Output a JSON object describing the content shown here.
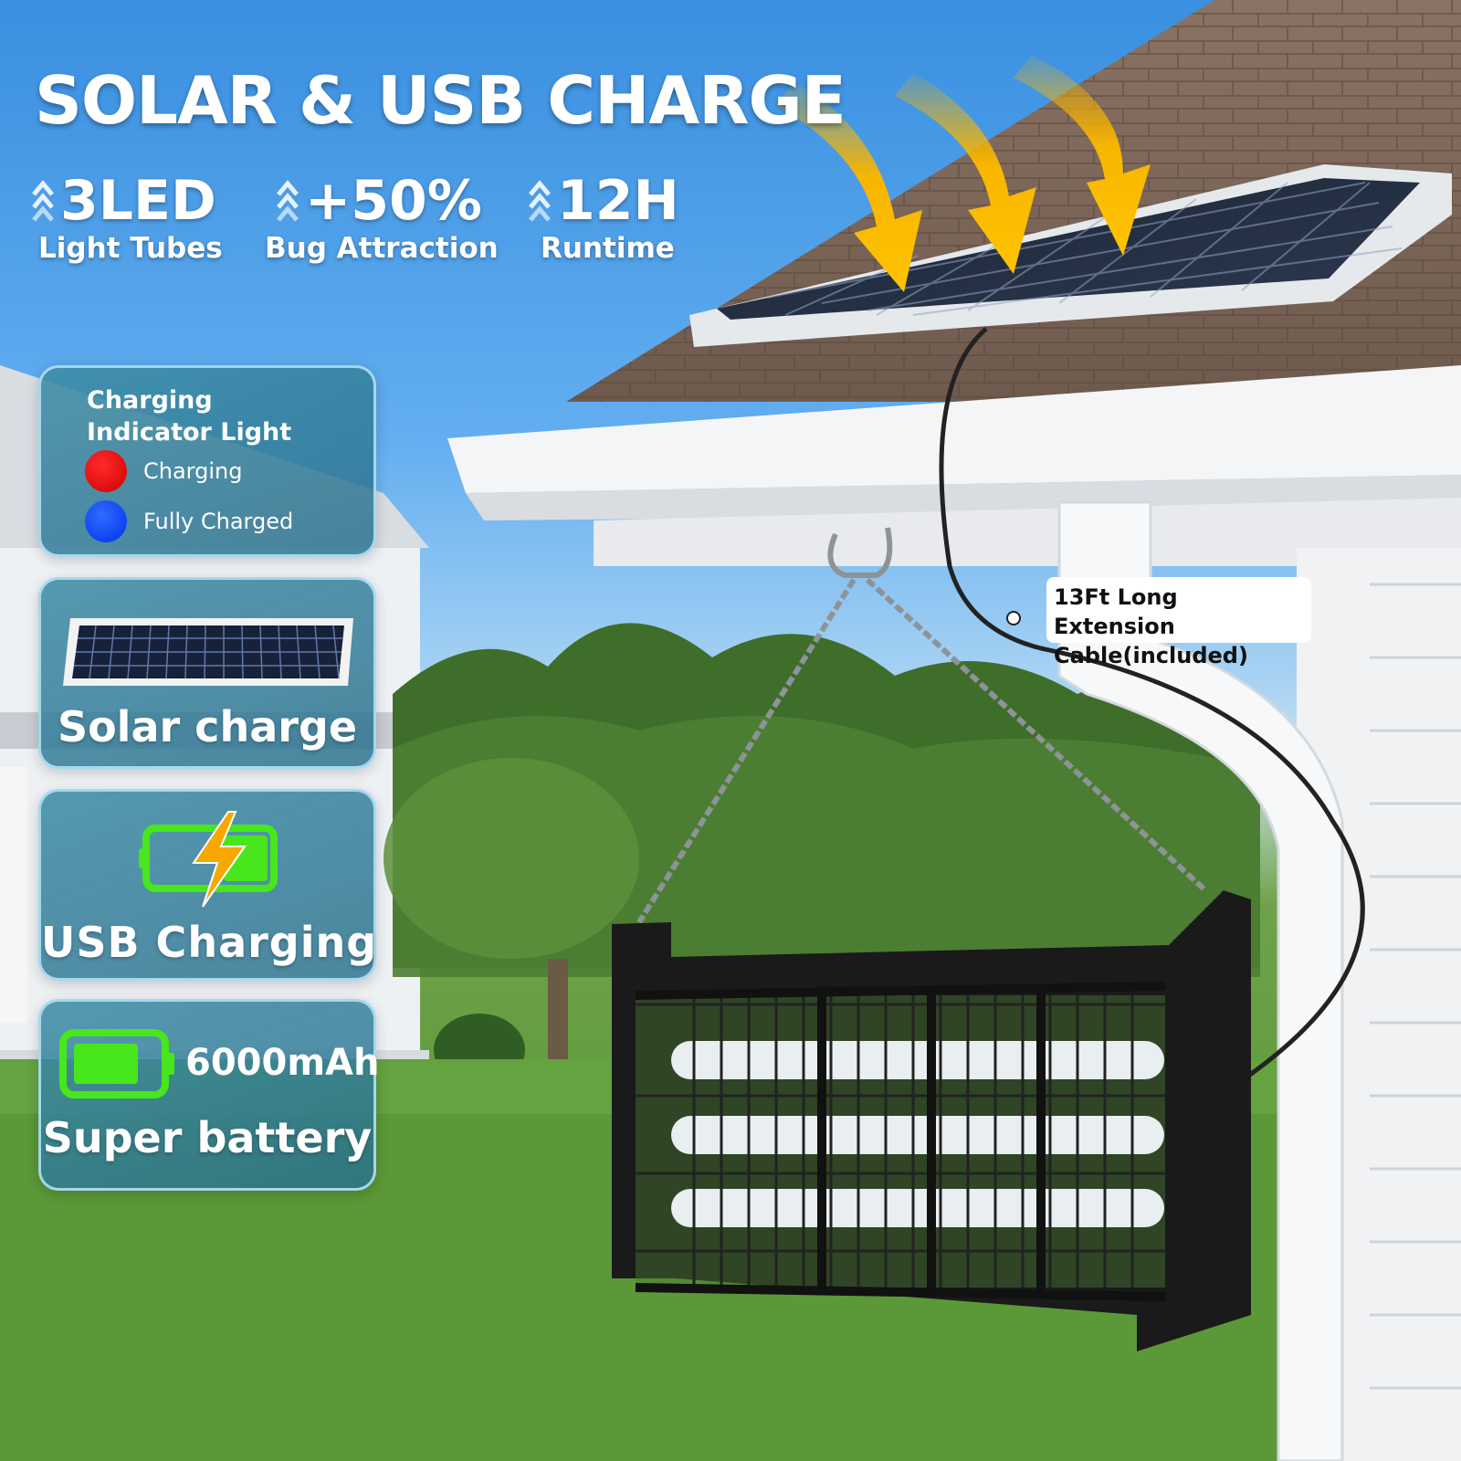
{
  "headline": "SOLAR & USB CHARGE",
  "stats": [
    {
      "value": "3LED",
      "caption": "Light Tubes"
    },
    {
      "value": "+50%",
      "caption": "Bug Attraction"
    },
    {
      "value": "12H",
      "caption": "Runtime"
    }
  ],
  "indicator": {
    "title": "Charging\nIndicator Light",
    "charging_label": "Charging",
    "full_label": "Fully Charged",
    "charging_color": "#e00000",
    "full_color": "#0a3cff"
  },
  "solar_card": {
    "caption": "Solar charge"
  },
  "usb_card": {
    "caption": "USB  Charging"
  },
  "battery_card": {
    "amount": "6000mAh",
    "caption": "Super battery",
    "battery_color": "#48e61c"
  },
  "cable_callout": "13Ft Long Extension\nCable(included)",
  "icons": [
    "chevron-up-double-icon",
    "solar-panel-icon",
    "battery-bolt-icon",
    "battery-full-icon",
    "sun-ray-arrow-icon"
  ],
  "colors": {
    "arrow": "#f7b500",
    "card": "#3a8aa6",
    "grass": "#5d9a3a",
    "sky": "#3a8fe0"
  }
}
